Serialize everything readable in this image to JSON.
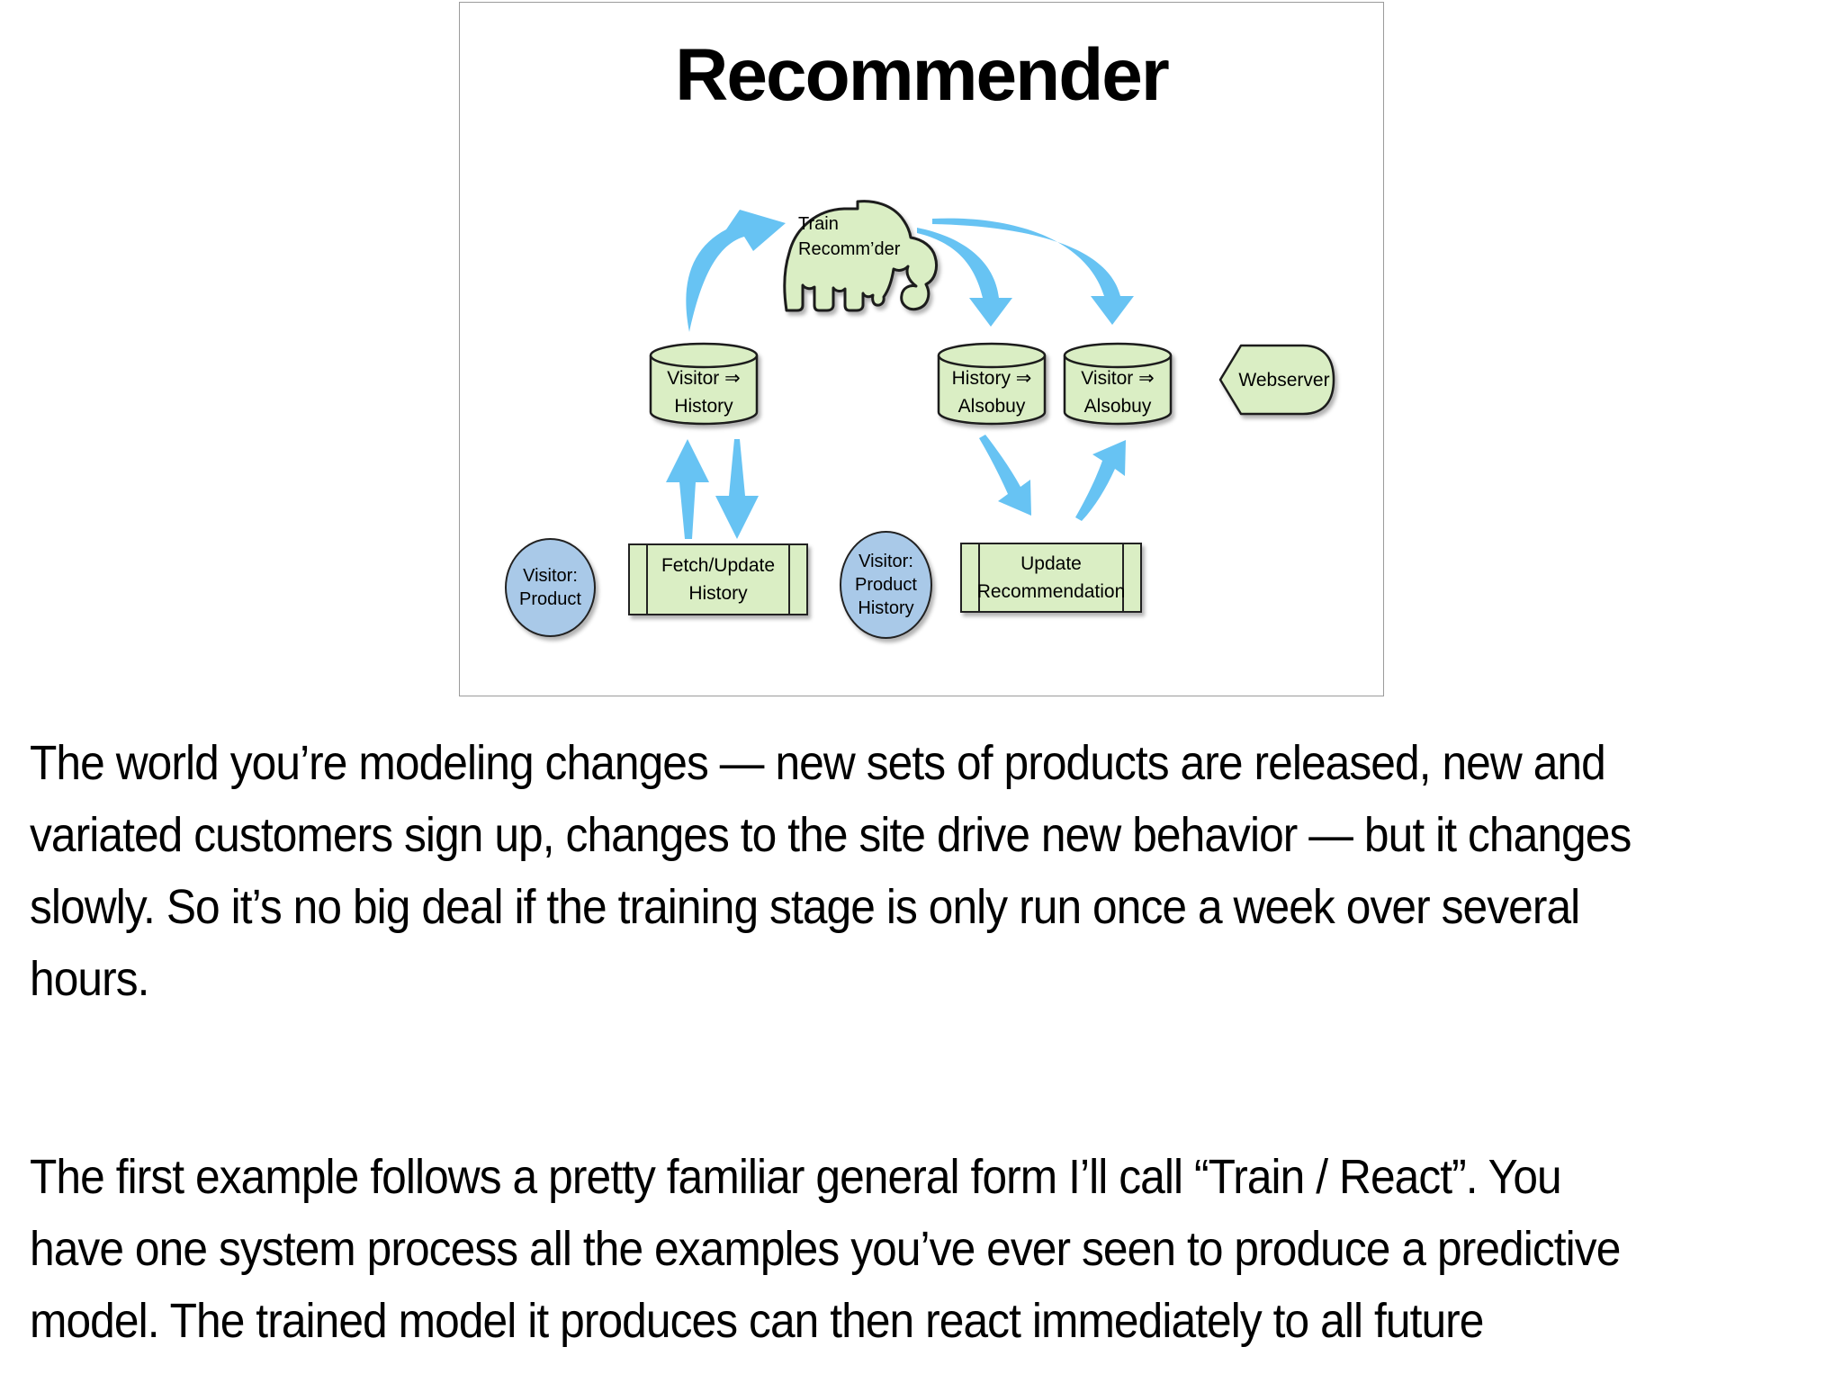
{
  "diagram": {
    "title": "Recommender",
    "elephant": {
      "line1": "Train",
      "line2": "Recomm’der"
    },
    "cylinders": [
      {
        "line1": "Visitor ⇒",
        "line2": "History"
      },
      {
        "line1": "History ⇒",
        "line2": "Alsobuy"
      },
      {
        "line1": "Visitor ⇒",
        "line2": "Alsobuy"
      }
    ],
    "webserver": {
      "label": "Webserver"
    },
    "circles": [
      {
        "line1": "Visitor:",
        "line2": "Product"
      },
      {
        "line1": "Visitor:",
        "line2": "Product",
        "line3": "History"
      }
    ],
    "boxes": [
      {
        "line1": "Fetch/Update",
        "line2": "History"
      },
      {
        "line1": "Update",
        "line2": "Recommendation"
      }
    ],
    "colors": {
      "shape_fill_green": "#daeec4",
      "arrow_blue": "#67c3f3",
      "entity_fill_blue": "#a9c9e8",
      "outline": "#1c1c1c",
      "panel_border": "#9b9b9b",
      "text": "#000000"
    }
  },
  "text": {
    "p1": {
      "lines": [
        "The world you’re modeling changes — new sets of products are released, new and",
        "variated customers sign up, changes to the site drive new behavior — but it changes",
        "slowly. So it’s no big deal if the training stage is only run once a week over several",
        "hours."
      ]
    },
    "p2": {
      "lines": [
        "The first example follows a pretty familiar general form I’ll call “Train / React”. You",
        "have one system process all the examples you’ve ever seen to produce a predictive",
        "model. The trained model it produces can then react immediately to all future",
        ""
      ]
    }
  }
}
